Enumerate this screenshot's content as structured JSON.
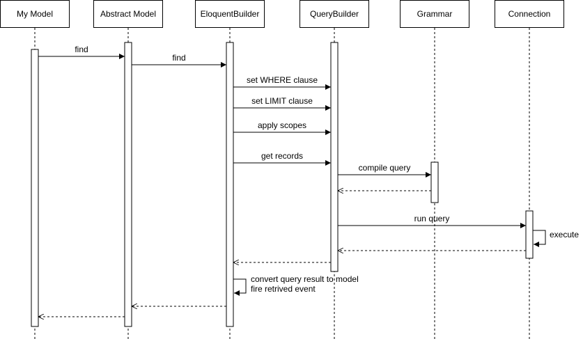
{
  "participants": [
    {
      "id": "my_model",
      "label": "My Model"
    },
    {
      "id": "abstract_model",
      "label": "Abstract Model"
    },
    {
      "id": "eloquent_builder",
      "label": "EloquentBuilder"
    },
    {
      "id": "query_builder",
      "label": "QueryBuilder"
    },
    {
      "id": "grammar",
      "label": "Grammar"
    },
    {
      "id": "connection",
      "label": "Connection"
    }
  ],
  "messages": [
    {
      "id": "find_1",
      "from": "my_model",
      "to": "abstract_model",
      "label": "find",
      "kind": "sync"
    },
    {
      "id": "find_2",
      "from": "abstract_model",
      "to": "eloquent_builder",
      "label": "find",
      "kind": "sync"
    },
    {
      "id": "set_where",
      "from": "eloquent_builder",
      "to": "query_builder",
      "label": "set WHERE clause",
      "kind": "sync"
    },
    {
      "id": "set_limit",
      "from": "eloquent_builder",
      "to": "query_builder",
      "label": "set LIMIT clause",
      "kind": "sync"
    },
    {
      "id": "apply_scopes",
      "from": "eloquent_builder",
      "to": "query_builder",
      "label": "apply scopes",
      "kind": "sync"
    },
    {
      "id": "get_records",
      "from": "eloquent_builder",
      "to": "query_builder",
      "label": "get records",
      "kind": "sync"
    },
    {
      "id": "compile_query",
      "from": "query_builder",
      "to": "grammar",
      "label": "compile query",
      "kind": "sync"
    },
    {
      "id": "grammar_return",
      "from": "grammar",
      "to": "query_builder",
      "label": "",
      "kind": "return"
    },
    {
      "id": "run_query",
      "from": "query_builder",
      "to": "connection",
      "label": "run query",
      "kind": "sync"
    },
    {
      "id": "execute",
      "from": "connection",
      "to": "connection",
      "label": "execute",
      "kind": "self"
    },
    {
      "id": "connection_return",
      "from": "connection",
      "to": "query_builder",
      "label": "",
      "kind": "return"
    },
    {
      "id": "query_builder_return",
      "from": "query_builder",
      "to": "eloquent_builder",
      "label": "",
      "kind": "return"
    },
    {
      "id": "convert_result",
      "from": "eloquent_builder",
      "to": "eloquent_builder",
      "label": [
        "convert query result to model",
        "fire retrived event"
      ],
      "kind": "self"
    },
    {
      "id": "eloquent_return",
      "from": "eloquent_builder",
      "to": "abstract_model",
      "label": "",
      "kind": "return"
    },
    {
      "id": "abstract_return",
      "from": "abstract_model",
      "to": "my_model",
      "label": "",
      "kind": "return"
    }
  ]
}
